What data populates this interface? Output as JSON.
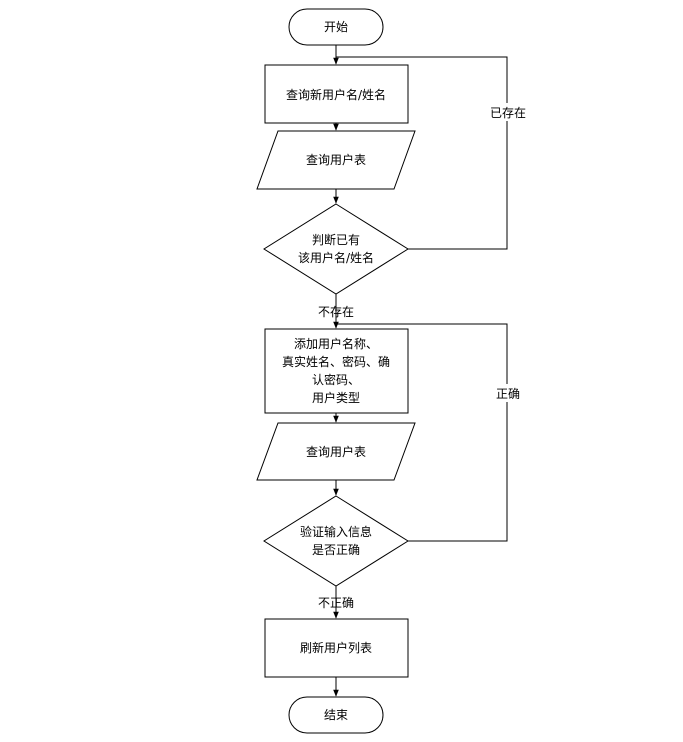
{
  "flowchart": {
    "start": "开始",
    "query_new_user": "查询新用户名/姓名",
    "query_user_table_1": "查询用户表",
    "check_exists": [
      "判断已有",
      "该用户名/姓名"
    ],
    "label_exists": "已存在",
    "label_not_exists": "不存在",
    "add_user_fields": [
      "添加用户名称、",
      "真实姓名、密码、确",
      "认密码、",
      "用户类型"
    ],
    "query_user_table_2": "查询用户表",
    "validate_input": [
      "验证输入信息",
      "是否正确"
    ],
    "label_correct": "正确",
    "label_incorrect": "不正确",
    "refresh_list": "刷新用户列表",
    "end": "结束"
  },
  "colors": {
    "stroke": "#000000",
    "fill": "#ffffff",
    "text": "#000000"
  }
}
